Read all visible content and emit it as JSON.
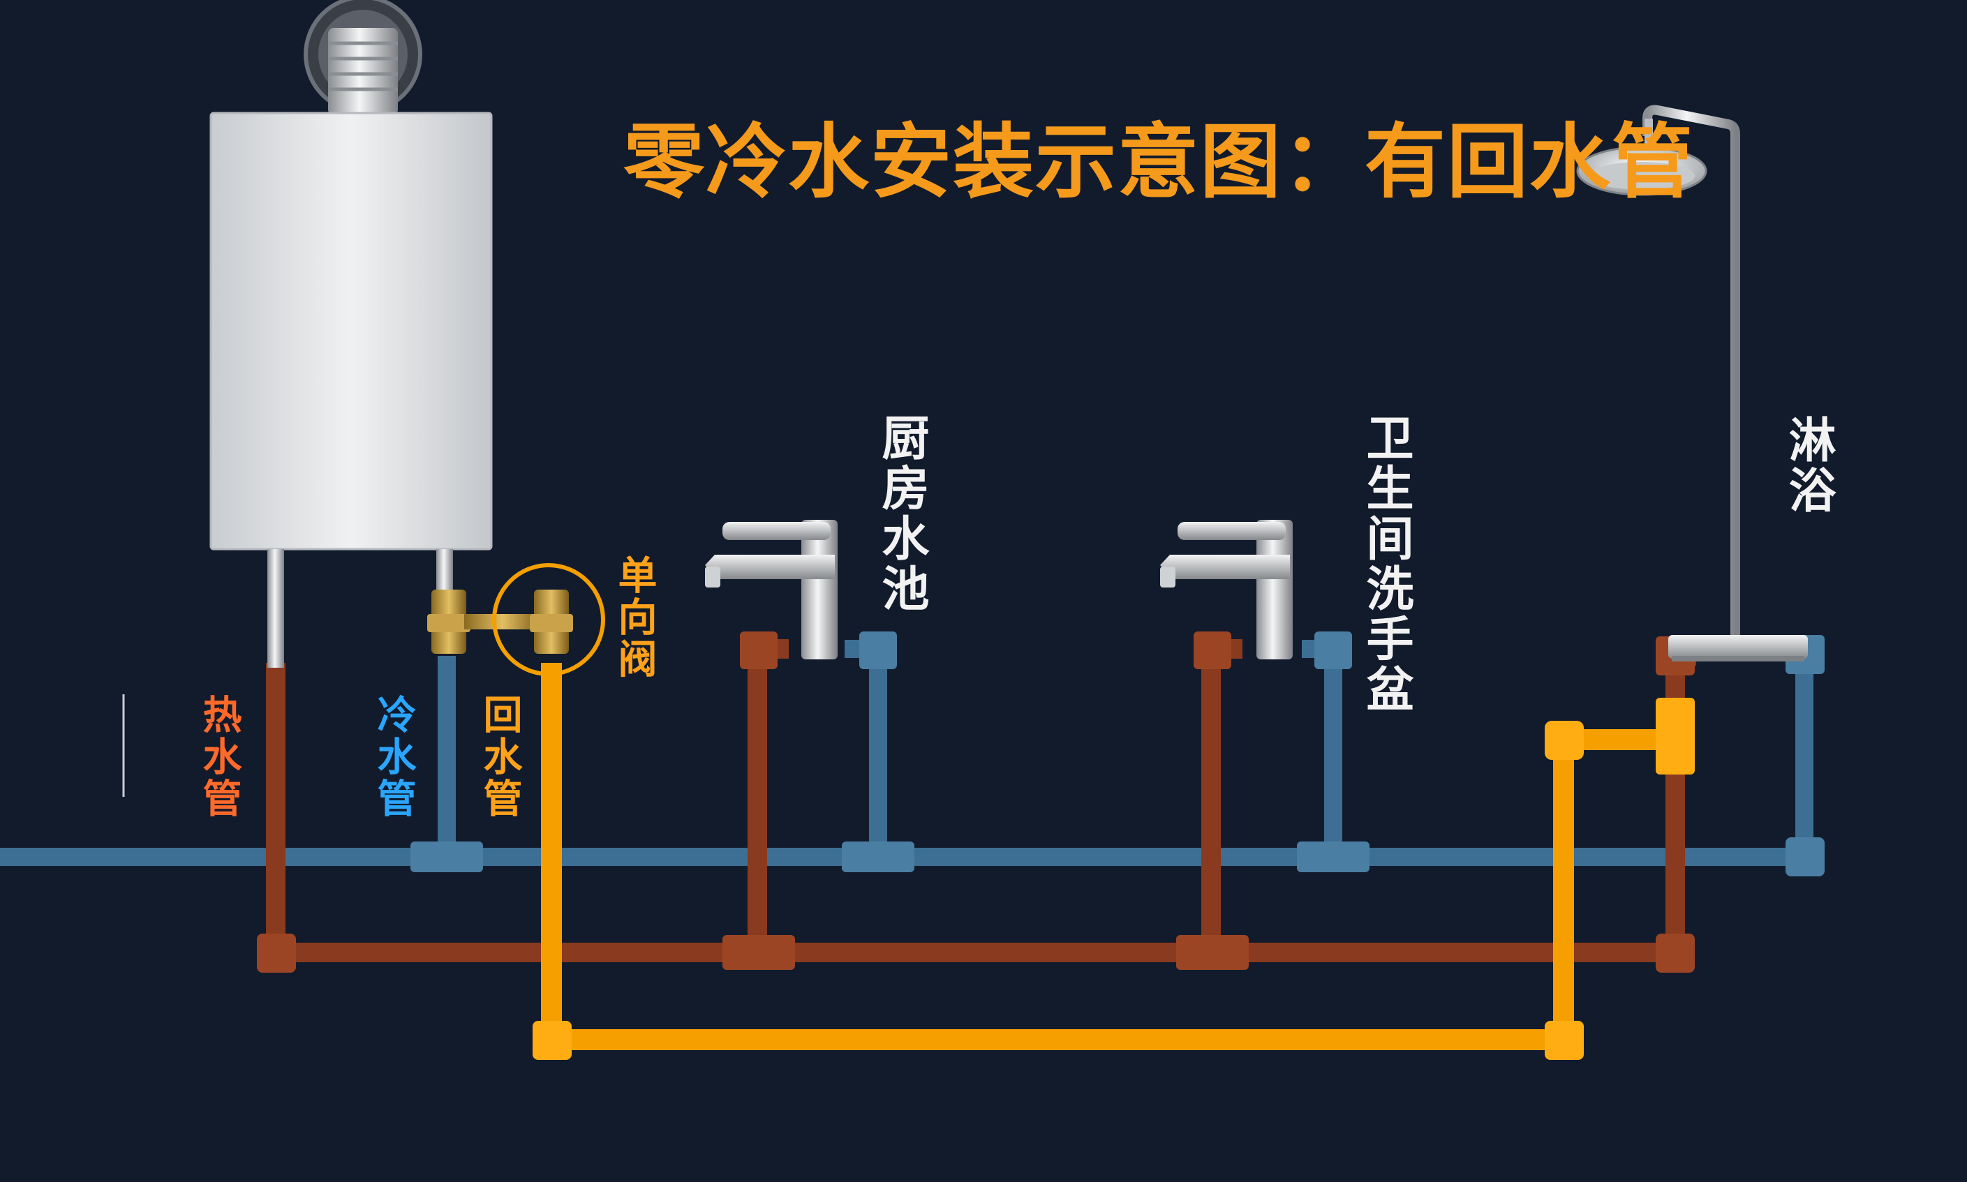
{
  "title": "零冷水安装示意图：有回水管",
  "labels": {
    "hot_pipe": "热水管",
    "cold_pipe": "冷水管",
    "return_pipe": "回水管",
    "check_valve": "单向阀",
    "kitchen_sink": "厨房水池",
    "bathroom_basin": "卫生间洗手盆",
    "shower": "淋浴"
  },
  "colors": {
    "background": "#121b2c",
    "title": "#f59a1b",
    "hot_pipe": "#8a3a1e",
    "cold_pipe": "#3d6f94",
    "return_pipe": "#f5a000",
    "hot_label": "#ff6a2a",
    "cold_label": "#2aa6ff",
    "return_label": "#ffa21a",
    "fixture_label": "#f2f2f2"
  },
  "icons": {
    "heater": "water-heater-icon",
    "faucet": "faucet-icon",
    "shower": "shower-head-icon",
    "valve": "brass-valve-icon"
  }
}
